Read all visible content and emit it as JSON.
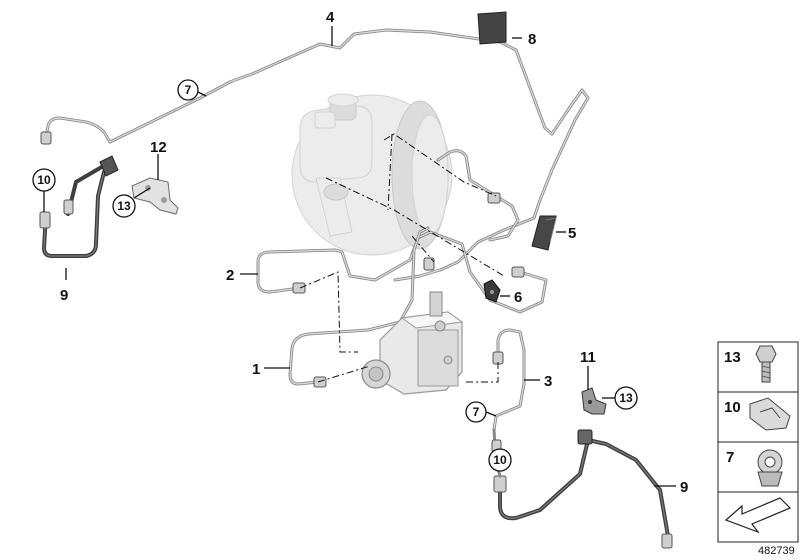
{
  "callouts": {
    "c1": "1",
    "c2": "2",
    "c3": "3",
    "c4": "4",
    "c5": "5",
    "c6": "6",
    "c8": "8",
    "c9a": "9",
    "c9b": "9",
    "c11": "11",
    "c12": "12"
  },
  "circled": {
    "r7a": "7",
    "r7b": "7",
    "r10a": "10",
    "r10b": "10",
    "r13a": "13",
    "r13b": "13"
  },
  "legend": {
    "items": [
      {
        "num": "13",
        "icon": "bolt-icon"
      },
      {
        "num": "10",
        "icon": "clip-icon"
      },
      {
        "num": "7",
        "icon": "pipe-clamp-icon"
      }
    ],
    "arrow_icon": "direction-arrow-icon"
  },
  "reference_number": "482739",
  "colors": {
    "pipe": "#8a8a8a",
    "hose": "#3f3f3f",
    "booster": "#ececec",
    "text": "#111111"
  }
}
